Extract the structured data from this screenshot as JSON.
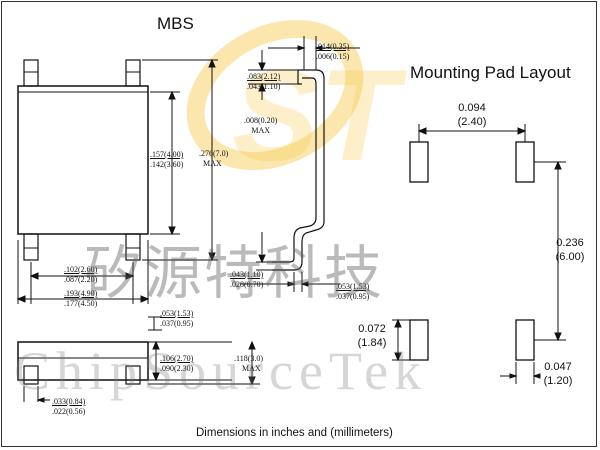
{
  "package_name": "MBS",
  "layout_title": "Mounting Pad Layout",
  "footer_note": "Dimensions in inches and (millimeters)",
  "colors": {
    "logo": "#f5c842",
    "lines": "#111111",
    "watermark": "#8a8a8a"
  },
  "watermark": {
    "cn": "矽源特科技",
    "en": "ChipSourceTek"
  },
  "logo_letters": "ST",
  "dims": {
    "top_lead_thickness": [
      ".014(0.35)",
      ".006(0.15)"
    ],
    "lead_drop": [
      ".083(2.12)",
      ".043(1.10)"
    ],
    "standoff": [
      ".008(0.20)",
      "MAX"
    ],
    "body_height_inner": [
      ".157(4.00)",
      ".142(3.60)"
    ],
    "body_height_overall": [
      ".276(7.0)",
      "MAX"
    ],
    "body_width_inner": [
      ".102(2.60)",
      ".087(2.20)"
    ],
    "body_width_overall": [
      ".193(4.90)",
      ".177(4.50)"
    ],
    "lead_foot": [
      ".043(1.10)",
      ".028(0.70)"
    ],
    "lead_tip": [
      ".053(1.53)",
      ".037(0.95)"
    ],
    "side_lead_height": [
      ".053(1.53)",
      ".037(0.95)"
    ],
    "side_body_height": [
      ".106(2.70)",
      ".090(2.30)"
    ],
    "side_overall_height": [
      ".118(3.0)",
      "MAX"
    ],
    "side_lead_width": [
      ".033(0.84)",
      ".022(0.56)"
    ],
    "pad_spacing_x": [
      "0.094",
      "(2.40)"
    ],
    "pad_spacing_y": [
      "0.236",
      "(6.00)"
    ],
    "pad_height": [
      "0.072",
      "(1.84)"
    ],
    "pad_width": [
      "0.047",
      "(1.20)"
    ]
  }
}
